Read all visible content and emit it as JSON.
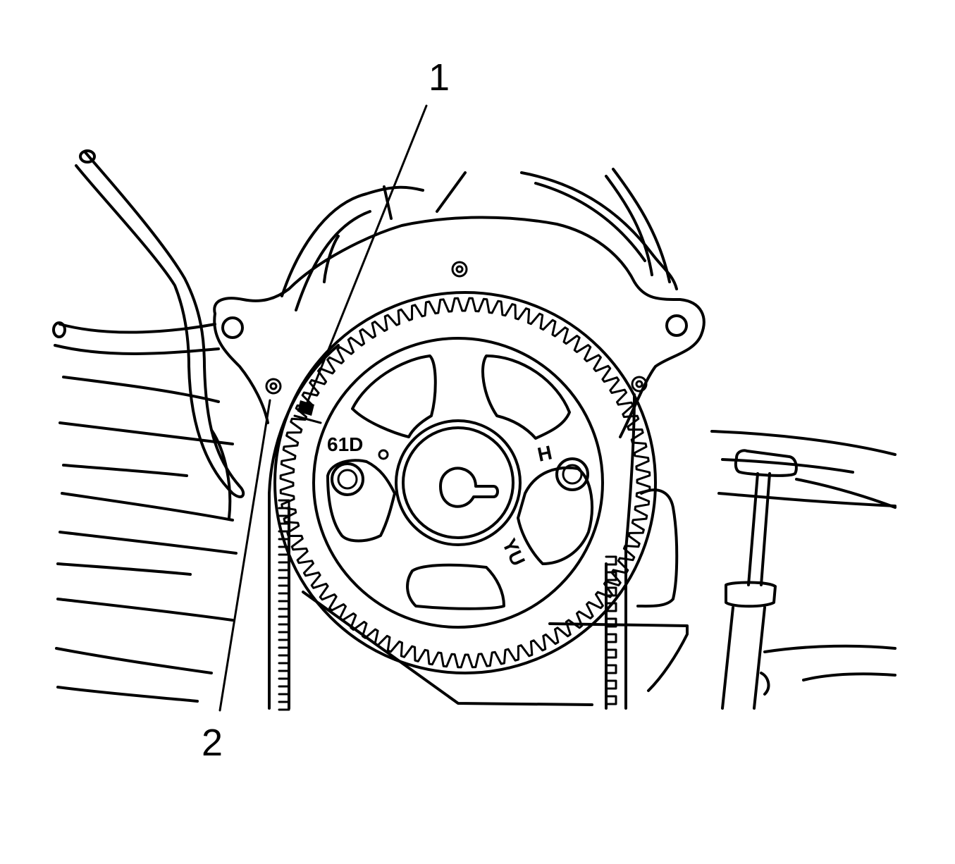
{
  "callouts": {
    "label_1": "1",
    "label_2": "2"
  },
  "sprocket_markings": {
    "code": "61D",
    "mark_h": "H",
    "mark_yu": "YU"
  },
  "colors": {
    "line": "#000000",
    "background": "#ffffff"
  }
}
